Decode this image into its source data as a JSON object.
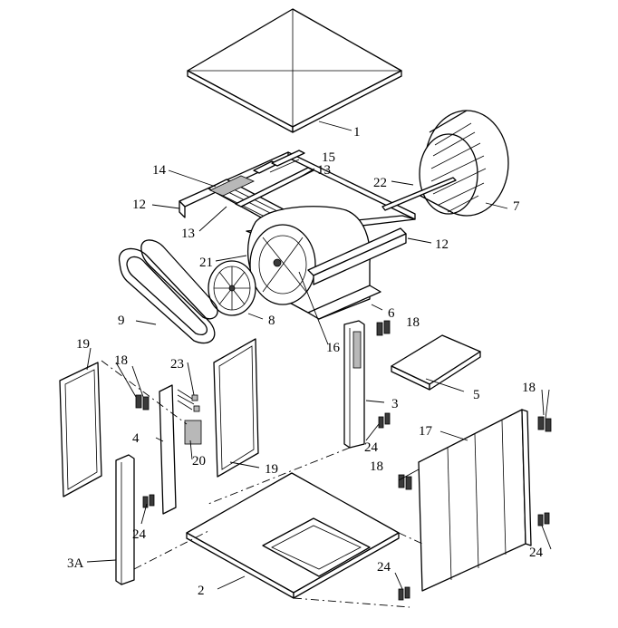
{
  "diagram": {
    "type": "exploded-parts-view",
    "callouts": [
      {
        "id": "c1",
        "text": "1"
      },
      {
        "id": "c2",
        "text": "2"
      },
      {
        "id": "c3",
        "text": "3"
      },
      {
        "id": "c3a",
        "text": "3A"
      },
      {
        "id": "c4",
        "text": "4"
      },
      {
        "id": "c5",
        "text": "5"
      },
      {
        "id": "c6",
        "text": "6"
      },
      {
        "id": "c7",
        "text": "7"
      },
      {
        "id": "c8",
        "text": "8"
      },
      {
        "id": "c9",
        "text": "9"
      },
      {
        "id": "c12a",
        "text": "12"
      },
      {
        "id": "c12b",
        "text": "12"
      },
      {
        "id": "c13a",
        "text": "13"
      },
      {
        "id": "c13b",
        "text": "13"
      },
      {
        "id": "c14",
        "text": "14"
      },
      {
        "id": "c15",
        "text": "15"
      },
      {
        "id": "c16",
        "text": "16"
      },
      {
        "id": "c17",
        "text": "17"
      },
      {
        "id": "c18a",
        "text": "18"
      },
      {
        "id": "c18b",
        "text": "18"
      },
      {
        "id": "c18c",
        "text": "18"
      },
      {
        "id": "c18d",
        "text": "18"
      },
      {
        "id": "c19a",
        "text": "19"
      },
      {
        "id": "c19b",
        "text": "19"
      },
      {
        "id": "c20",
        "text": "20"
      },
      {
        "id": "c21",
        "text": "21"
      },
      {
        "id": "c22",
        "text": "22"
      },
      {
        "id": "c23",
        "text": "23"
      },
      {
        "id": "c24a",
        "text": "24"
      },
      {
        "id": "c24b",
        "text": "24"
      },
      {
        "id": "c24c",
        "text": "24"
      },
      {
        "id": "c24d",
        "text": "24"
      }
    ]
  }
}
